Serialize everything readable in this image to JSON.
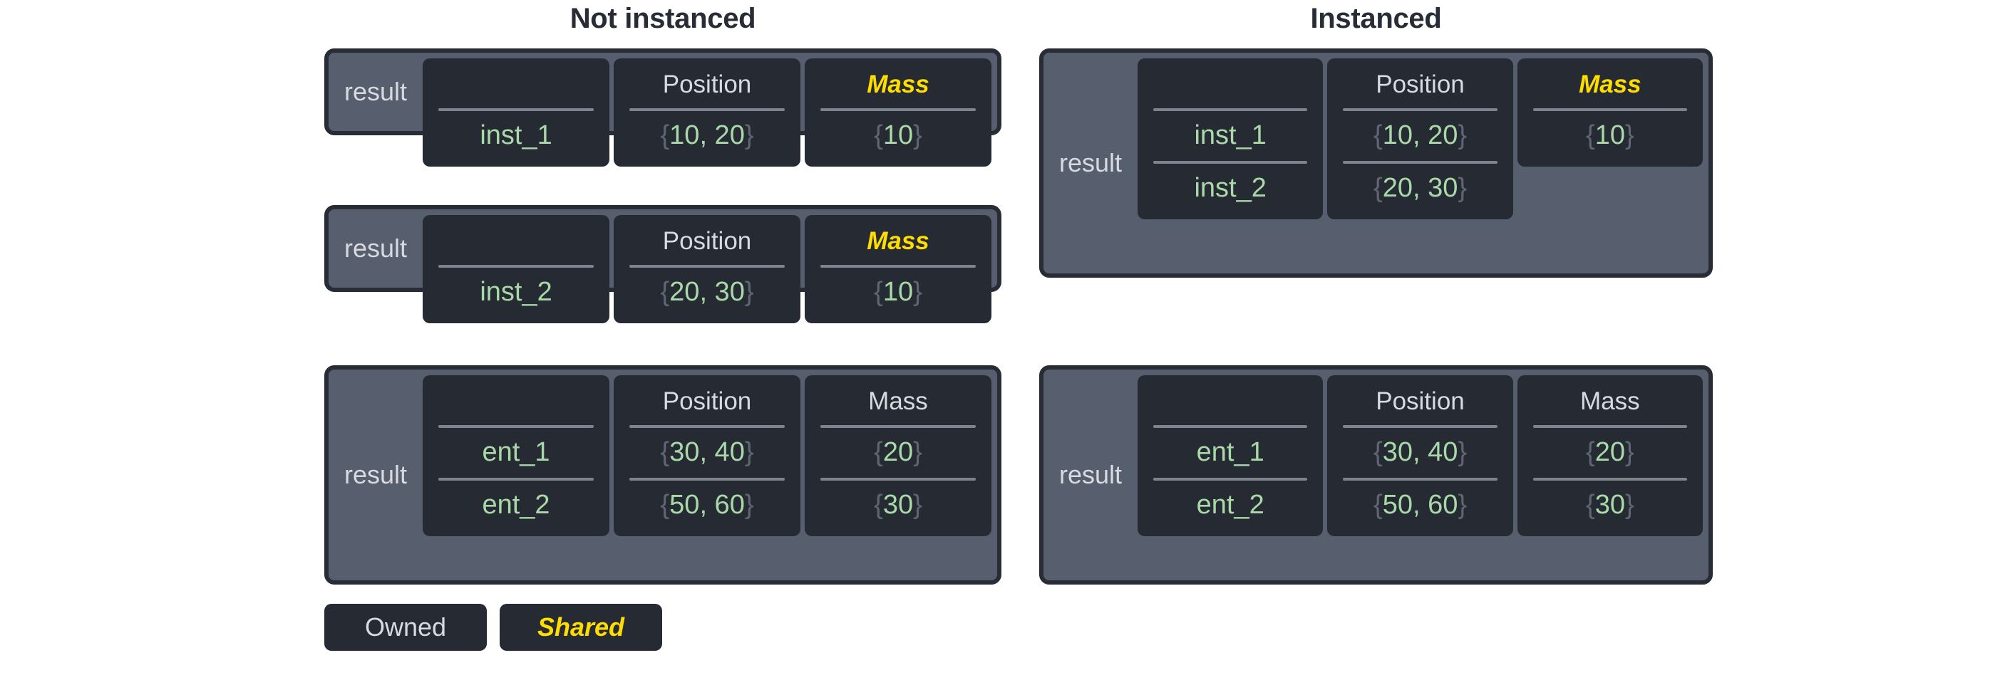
{
  "columns": [
    {
      "key": "left",
      "title": "Not instanced"
    },
    {
      "key": "right",
      "title": "Instanced"
    }
  ],
  "headers": {
    "name": "",
    "position": "Position",
    "mass": "Mass"
  },
  "result_label": "result",
  "legend": {
    "owned_label": "Owned",
    "shared_label": "Shared"
  },
  "colors": {
    "panel_bg": "#575e6e",
    "panel_border": "#282c35",
    "cell_bg": "#262b33",
    "header_text": "#d7dae0",
    "shared_accent": "#ffdd00",
    "value_green": "#a9d9a9",
    "brace_gray": "#5f6673",
    "rule_gray": "#7d838f",
    "title_text": "#272c36",
    "page_bg": "#ffffff"
  },
  "not_instanced": {
    "boxes": [
      {
        "label": "result",
        "name_header": "",
        "position_header": "Position",
        "mass_header": "Mass",
        "mass_shared": true,
        "rows": [
          {
            "name": "inst_1",
            "position": "{10, 20}",
            "mass": "{10}"
          }
        ]
      },
      {
        "label": "result",
        "name_header": "",
        "position_header": "Position",
        "mass_header": "Mass",
        "mass_shared": true,
        "rows": [
          {
            "name": "inst_2",
            "position": "{20, 30}",
            "mass": "{10}"
          }
        ]
      },
      {
        "label": "result",
        "name_header": "",
        "position_header": "Position",
        "mass_header": "Mass",
        "mass_shared": false,
        "rows": [
          {
            "name": "ent_1",
            "position": "{30, 40}",
            "mass": "{20}"
          },
          {
            "name": "ent_2",
            "position": "{50, 60}",
            "mass": "{30}"
          }
        ]
      }
    ]
  },
  "instanced": {
    "boxes": [
      {
        "label": "result",
        "name_header": "",
        "position_header": "Position",
        "mass_header": "Mass",
        "mass_shared": true,
        "mass_rows_shown": 1,
        "rows": [
          {
            "name": "inst_1",
            "position": "{10, 20}",
            "mass": "{10}"
          },
          {
            "name": "inst_2",
            "position": "{20, 30}",
            "mass": ""
          }
        ]
      },
      {
        "label": "result",
        "name_header": "",
        "position_header": "Position",
        "mass_header": "Mass",
        "mass_shared": false,
        "mass_rows_shown": 2,
        "rows": [
          {
            "name": "ent_1",
            "position": "{30, 40}",
            "mass": "{20}"
          },
          {
            "name": "ent_2",
            "position": "{50, 60}",
            "mass": "{30}"
          }
        ]
      }
    ]
  }
}
